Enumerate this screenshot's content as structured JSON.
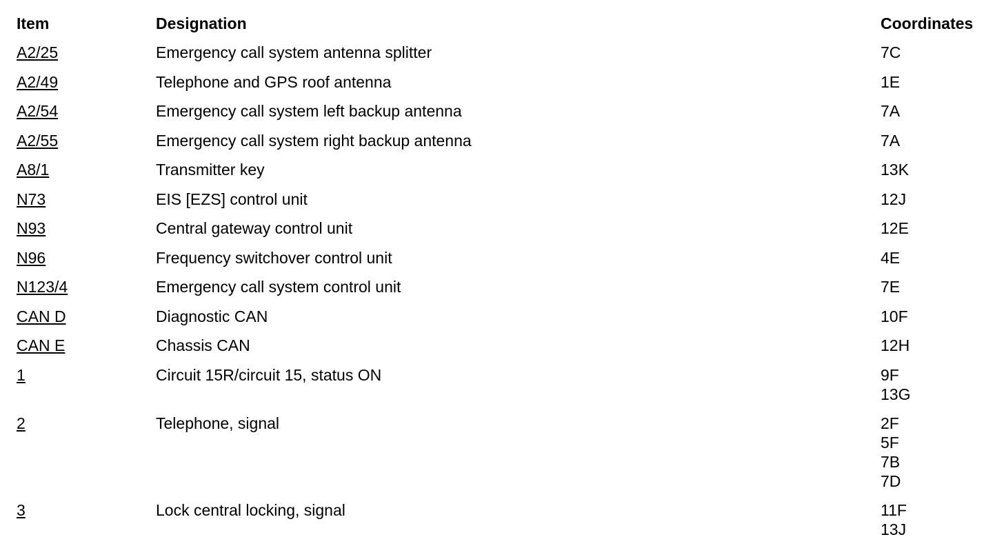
{
  "headers": {
    "item": "Item",
    "designation": "Designation",
    "coordinates": "Coordinates"
  },
  "rows": [
    {
      "item": "A2/25",
      "designation": "Emergency call system antenna splitter",
      "coordinates": [
        "7C"
      ]
    },
    {
      "item": "A2/49",
      "designation": "Telephone and GPS roof antenna",
      "coordinates": [
        "1E"
      ]
    },
    {
      "item": "A2/54",
      "designation": "Emergency call system left backup antenna",
      "coordinates": [
        "7A"
      ]
    },
    {
      "item": "A2/55",
      "designation": "Emergency call system right backup antenna",
      "coordinates": [
        "7A"
      ]
    },
    {
      "item": "A8/1",
      "designation": "Transmitter key",
      "coordinates": [
        "13K"
      ]
    },
    {
      "item": "N73",
      "designation": "EIS [EZS] control unit",
      "coordinates": [
        "12J"
      ]
    },
    {
      "item": "N93",
      "designation": "Central gateway control unit",
      "coordinates": [
        "12E"
      ]
    },
    {
      "item": "N96",
      "designation": "Frequency switchover control unit",
      "coordinates": [
        "4E"
      ]
    },
    {
      "item": "N123/4",
      "designation": "Emergency call system control unit",
      "coordinates": [
        "7E"
      ]
    },
    {
      "item": "CAN D",
      "designation": "Diagnostic CAN",
      "coordinates": [
        "10F"
      ]
    },
    {
      "item": "CAN E",
      "designation": "Chassis CAN",
      "coordinates": [
        "12H"
      ]
    },
    {
      "item": "1",
      "designation": "Circuit 15R/circuit 15, status ON",
      "coordinates": [
        "9F",
        "13G"
      ]
    },
    {
      "item": "2",
      "designation": "Telephone, signal",
      "coordinates": [
        "2F",
        "5F",
        "7B",
        "7D"
      ]
    },
    {
      "item": "3",
      "designation": "Lock central locking, signal",
      "coordinates": [
        "11F",
        "13J"
      ]
    }
  ]
}
